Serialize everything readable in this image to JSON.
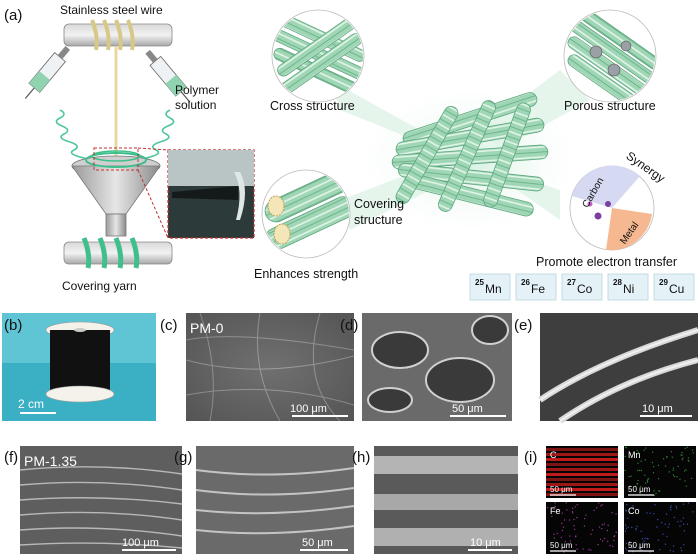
{
  "panel_a": {
    "label": "(a)",
    "stainless_steel_wire": "Stainless steel wire",
    "polymer_solution_1": "Polymer",
    "polymer_solution_2": "solution",
    "covering_yarn": "Covering yarn",
    "cross_structure": "Cross structure",
    "porous_structure": "Porous structure",
    "covering_structure_1": "Covering",
    "covering_structure_2": "structure",
    "enhances_strength": "Enhances strength",
    "synergy": "Synergy",
    "carbon": "Carbon",
    "metal": "Metal",
    "promote_electron_transfer": "Promote electron transfer",
    "elements": [
      {
        "num": "25",
        "sym": "Mn"
      },
      {
        "num": "26",
        "sym": "Fe"
      },
      {
        "num": "27",
        "sym": "Co"
      },
      {
        "num": "28",
        "sym": "Ni"
      },
      {
        "num": "29",
        "sym": "Cu"
      }
    ]
  },
  "panel_b": {
    "label": "(b)",
    "scale": "2 cm"
  },
  "panel_c": {
    "label": "(c)",
    "sample": "PM-0",
    "scale": "100 μm"
  },
  "panel_d": {
    "label": "(d)",
    "scale": "50 μm"
  },
  "panel_e": {
    "label": "(e)",
    "scale": "10 μm"
  },
  "panel_f": {
    "label": "(f)",
    "sample": "PM-1.35",
    "scale": "100 μm"
  },
  "panel_g": {
    "label": "(g)",
    "scale": "50 μm"
  },
  "panel_h": {
    "label": "(h)",
    "scale": "10 μm"
  },
  "panel_i": {
    "label": "(i)",
    "maps": [
      {
        "element": "C",
        "scale": "50 μm",
        "color": "#e02020"
      },
      {
        "element": "Mn",
        "scale": "50 μm",
        "color": "#3fa040"
      },
      {
        "element": "Fe",
        "scale": "50 μm",
        "color": "#c040c0"
      },
      {
        "element": "Co",
        "scale": "50 μm",
        "color": "#4060d0"
      }
    ]
  }
}
